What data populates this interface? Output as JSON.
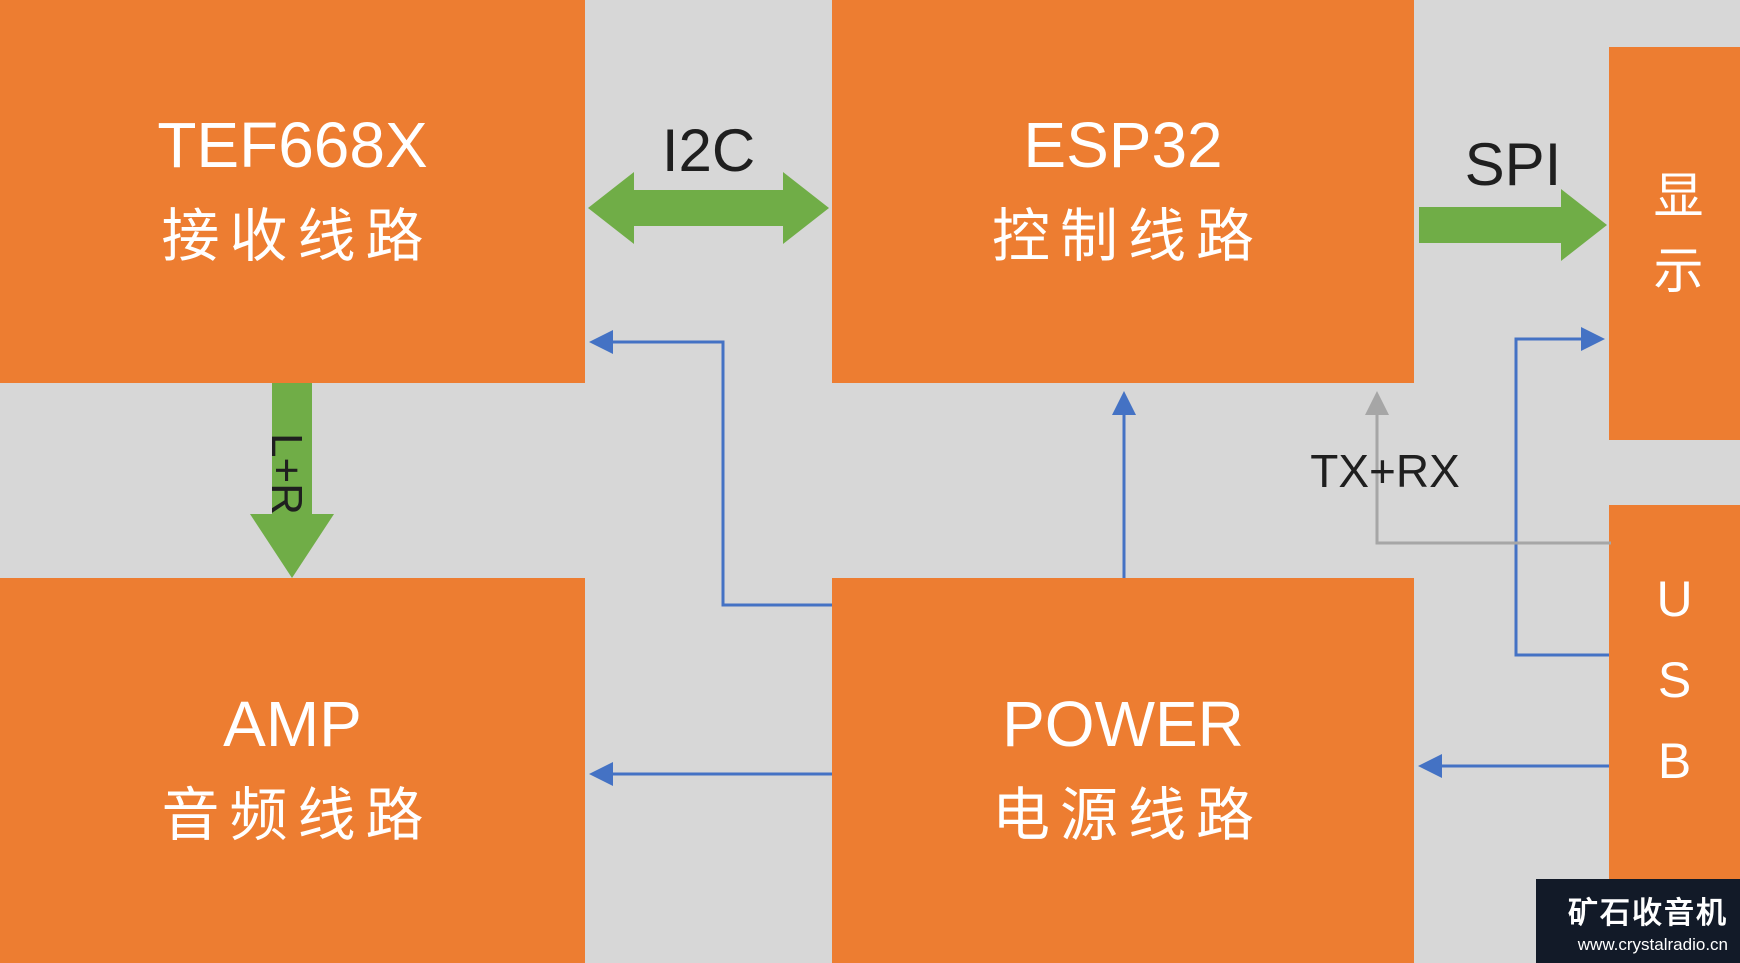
{
  "diagram": {
    "blocks": {
      "tef668x": {
        "title": "TEF668X",
        "subtitle": "接收线路"
      },
      "esp32": {
        "title": "ESP32",
        "subtitle": "控制线路"
      },
      "amp": {
        "title": "AMP",
        "subtitle": "音频线路"
      },
      "power": {
        "title": "POWER",
        "subtitle": "电源线路"
      },
      "display": {
        "label": "显示"
      },
      "usb": {
        "label": "USB"
      }
    },
    "labels": {
      "i2c": "I2C",
      "spi": "SPI",
      "lr": "L+R",
      "txrx": "TX+RX"
    },
    "colors": {
      "block_orange": "#ED7D31",
      "arrow_green": "#70AD47",
      "arrow_blue": "#4472C4",
      "arrow_gray": "#A6A6A6",
      "background": "#D7D7D7",
      "block_text": "#FFFFFF",
      "label_text": "#1F1F1F"
    }
  },
  "watermark": {
    "title": "矿石收音机",
    "url": "www.crystalradio.cn"
  }
}
